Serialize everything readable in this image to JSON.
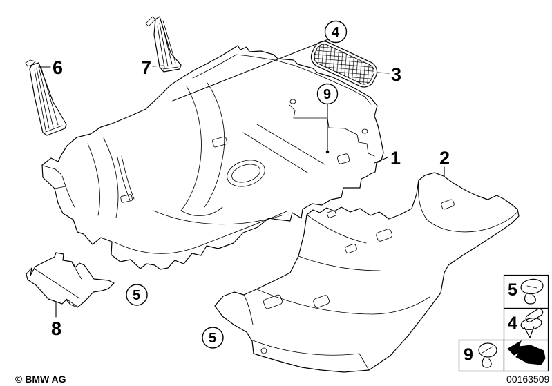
{
  "footer": {
    "copyright": "© BMW AG",
    "image_number": "00163509"
  },
  "callouts": {
    "part1": "1",
    "part2": "2",
    "part3": "3",
    "part4": "4",
    "part5_front": "5",
    "part5_rear": "5",
    "part6": "6",
    "part7": "7",
    "part8": "8",
    "part9": "9"
  },
  "legend": {
    "clip_label": "5",
    "rivet_label": "4",
    "plug_label": "9",
    "icons": {
      "clip": "grommet-clip-icon",
      "rivet": "expanding-rivet-icon",
      "plug": "slotted-plug-icon",
      "arrow": "direction-arrow-icon"
    }
  },
  "colors": {
    "line": "#000000",
    "background": "#ffffff"
  }
}
